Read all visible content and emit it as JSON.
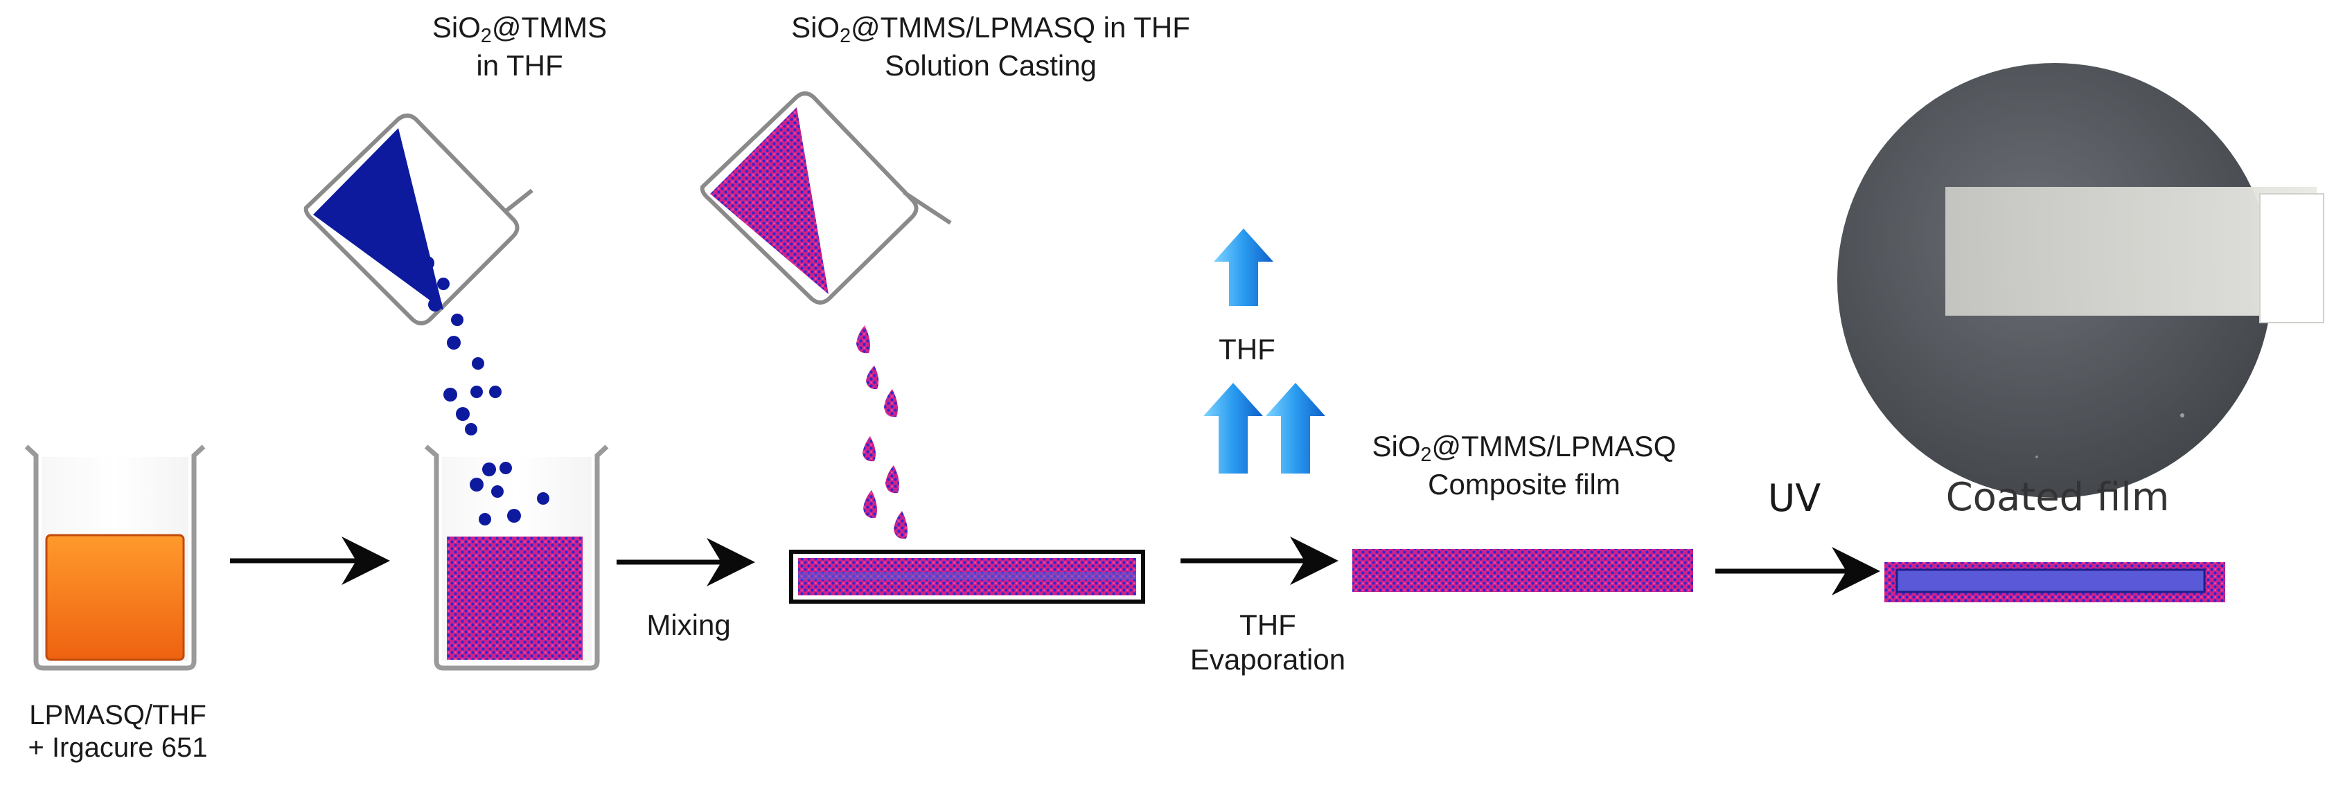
{
  "labels": {
    "beaker1": [
      "LPMASQ/THF",
      "+ Irgacure 651"
    ],
    "sio2_tmms": {
      "pre": "SiO",
      "sub": "2",
      "post": "@TMMS",
      "line2": "in THF"
    },
    "casting": {
      "pre": "SiO",
      "sub": "2",
      "post": "@TMMS/LPMASQ in THF",
      "line2": "Solution Casting"
    },
    "mixing": "Mixing",
    "thf_arrow": "THF",
    "evaporation": [
      "THF",
      "Evaporation"
    ],
    "composite": {
      "pre": "SiO",
      "sub": "2",
      "post": "@TMMS/LPMASQ",
      "line2": "Composite film"
    },
    "uv": "UV",
    "coated": "Coated film"
  },
  "colors": {
    "orange_solution": "#f97e1a",
    "particle_blue": "#0d1a9e",
    "composite_magenta": "#d0228a",
    "composite_dots": "#2a2ad0",
    "film_core": "#5a5ad8",
    "arrow_cyan": "#38a8f0",
    "arrow_blue": "#1a6ad8",
    "photo_disk": "#585c62"
  },
  "icons": [
    "beaker-icon",
    "tilted-beaker-icon",
    "process-arrow-icon",
    "up-arrow-icon",
    "photo-inset"
  ]
}
